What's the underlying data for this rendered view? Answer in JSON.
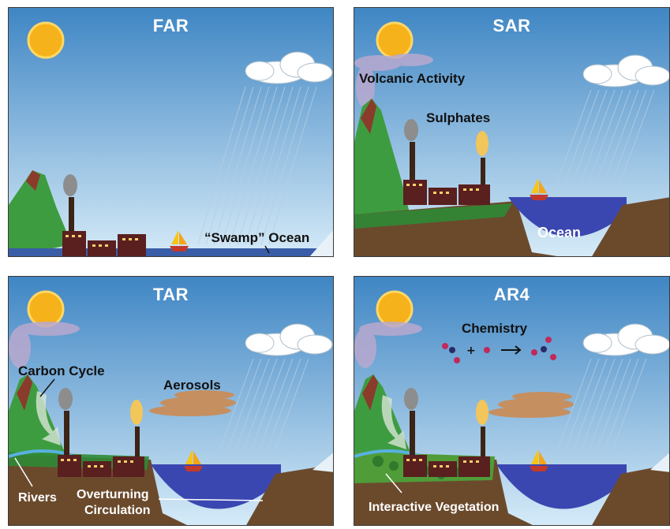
{
  "panels": [
    {
      "title": "FAR",
      "labels": {
        "swamp": "“Swamp” Ocean"
      }
    },
    {
      "title": "SAR",
      "labels": {
        "volcanic": "Volcanic Activity",
        "sulphates": "Sulphates",
        "ocean": "Ocean"
      }
    },
    {
      "title": "TAR",
      "labels": {
        "carbon": "Carbon Cycle",
        "aerosols": "Aerosols",
        "rivers": "Rivers",
        "overturning1": "Overturning",
        "overturning2": "Circulation"
      }
    },
    {
      "title": "AR4",
      "labels": {
        "chemistry": "Chemistry",
        "vegetation": "Interactive Vegetation"
      }
    }
  ],
  "colors": {
    "sky_top": "#4a8ec9",
    "sky_bottom": "#cfe6f7",
    "sun": "#f7b817",
    "ocean": "#3b47b0",
    "ground": "#6b4a2c",
    "mountain": "#3a9a3e"
  }
}
